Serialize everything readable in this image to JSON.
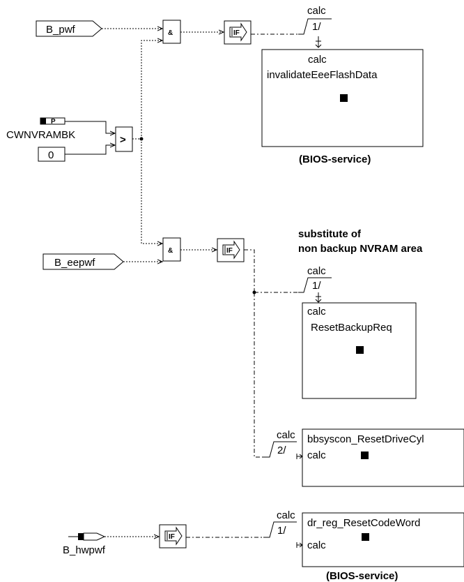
{
  "inputs": {
    "b_pwf": "B_pwf",
    "b_eepwf": "B_eepwf",
    "b_hwpwf": "B_hwpwf",
    "cwnvrambk": "CWNVRAMBK",
    "zero_const": "0"
  },
  "operators": {
    "and_symbol": "&",
    "greater_symbol": ">",
    "if_symbol": "IF"
  },
  "triggers": {
    "calc_1": {
      "label": "calc",
      "order": "1/"
    },
    "calc_2": {
      "label": "calc",
      "order": "1/"
    },
    "calc_3": {
      "label": "calc",
      "order": "2/"
    },
    "calc_4": {
      "label": "calc",
      "order": "1/"
    }
  },
  "blocks": {
    "invalidate": {
      "calc": "calc",
      "name": "invalidateEeeFlashData"
    },
    "reset_backup": {
      "calc": "calc",
      "name": "ResetBackupReq"
    },
    "reset_drive_cyl": {
      "name": "bbsyscon_ResetDriveCyl",
      "calc": "calc"
    },
    "reset_code_word": {
      "name": "dr_reg_ResetCodeWord",
      "calc": "calc"
    }
  },
  "notes": {
    "bios_service_1": "(BIOS-service)",
    "bios_service_2": "(BIOS-service)",
    "substitute_line1": "substitute of",
    "substitute_line2": "non backup NVRAM area"
  },
  "param_marker": "P"
}
